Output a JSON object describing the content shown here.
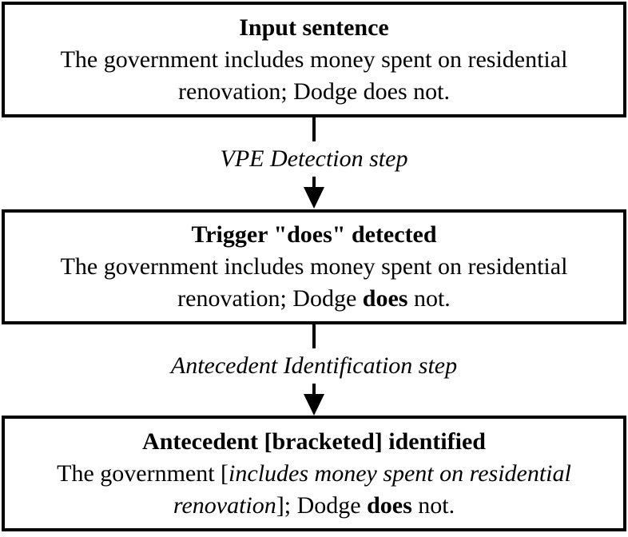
{
  "boxes": [
    {
      "title": "Input sentence",
      "line1": "The government includes money spent on residential",
      "line2": "renovation; Dodge does not."
    },
    {
      "title": "Trigger \"does\" detected",
      "line1": "The government includes money spent on residential",
      "line2_pre": "renovation; Dodge ",
      "line2_bold": "does",
      "line2_post": " not."
    },
    {
      "title": "Antecedent [bracketed] identified",
      "line1_pre": "The government [",
      "line1_italic": "includes money spent on residential",
      "line2_italic": "renovation",
      "line2_mid": "]; Dodge ",
      "line2_bold": "does",
      "line2_end": " not."
    }
  ],
  "arrows": [
    {
      "label": "VPE Detection step"
    },
    {
      "label": "Antecedent Identification step"
    }
  ],
  "colors": {
    "ink": "#000000",
    "background": "#ffffff"
  }
}
